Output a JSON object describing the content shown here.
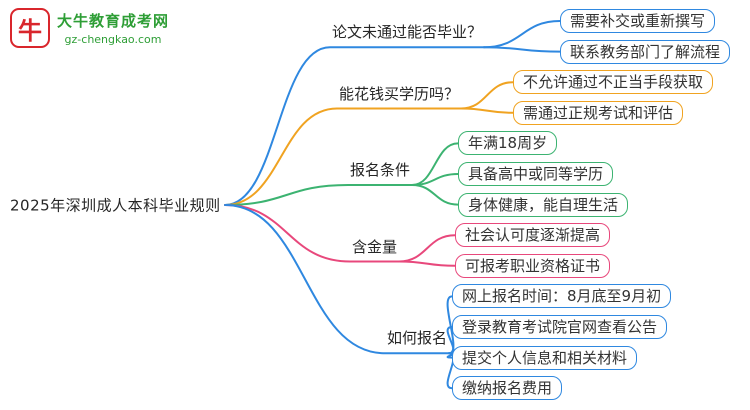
{
  "logo": {
    "icon_char": "牛",
    "title": "大牛教育成考网",
    "subtitle": "gz-chengkao.com"
  },
  "colors": {
    "blue": "#2f88e0",
    "orange": "#f0a321",
    "green": "#3cb371",
    "pink": "#e8487c",
    "logo_red": "#d9262c",
    "logo_green": "#2e9e36"
  },
  "mindmap": {
    "root": "2025年深圳成人本科毕业规则",
    "branches": [
      {
        "label": "论文未通过能否毕业？",
        "color": "#2f88e0",
        "children": [
          "需要补交或重新撰写",
          "联系教务部门了解流程"
        ]
      },
      {
        "label": "能花钱买学历吗？",
        "color": "#f0a321",
        "children": [
          "不允许通过不正当手段获取",
          "需通过正规考试和评估"
        ]
      },
      {
        "label": "报名条件",
        "color": "#3cb371",
        "children": [
          "年满18周岁",
          "具备高中或同等学历",
          "身体健康，能自理生活"
        ]
      },
      {
        "label": "含金量",
        "color": "#e8487c",
        "children": [
          "社会认可度逐渐提高",
          "可报考职业资格证书"
        ]
      },
      {
        "label": "如何报名",
        "color": "#2f88e0",
        "children": [
          "网上报名时间：8月底至9月初",
          "登录教育考试院官网查看公告",
          "提交个人信息和相关材料",
          "缴纳报名费用"
        ]
      }
    ]
  }
}
